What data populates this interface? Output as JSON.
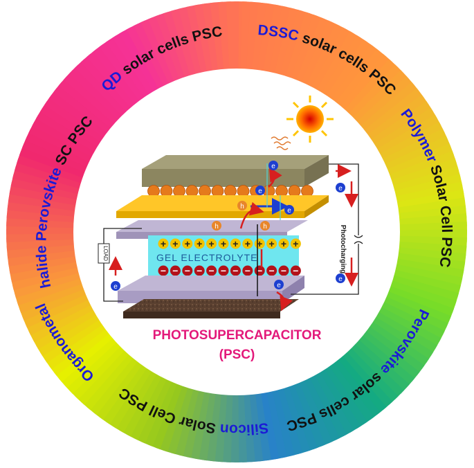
{
  "ring_labels": [
    {
      "key": "QD",
      "rest": " solar cells PSC"
    },
    {
      "key": "DSSC",
      "rest": " solar cells PSC"
    },
    {
      "key": "Polymer",
      "rest": " Solar Cell PSC"
    },
    {
      "key": "Perovskite",
      "rest": " solar cells PSC"
    },
    {
      "key": "Silicon",
      "rest": " Solar Cell PSC"
    },
    {
      "key": "Organometal",
      "rest": ""
    },
    {
      "key": "halide Perovskite",
      "rest": " SC PSC"
    }
  ],
  "device": {
    "electrolyte_label": "GEL ELECTROLYTE",
    "load_label": "LOAD",
    "photocharging_label": "Photocharging",
    "electron_symbol": "e",
    "hole_symbol": "h",
    "plus_symbol": "+",
    "minus_symbol": "−"
  },
  "title": {
    "line1": "PHOTOSUPERCAPACITOR",
    "line2": "(PSC)"
  },
  "colors": {
    "keyword": "#1b1bd6",
    "text": "#111111",
    "title": "#e3197a"
  }
}
